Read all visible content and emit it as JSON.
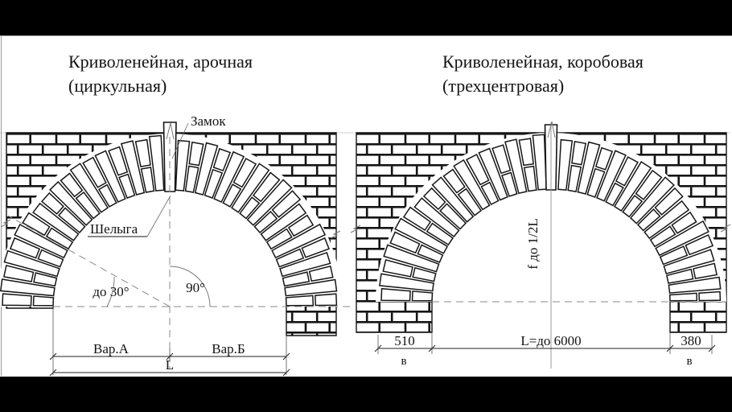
{
  "colors": {
    "ink": "#141414",
    "paper": "#ffffff",
    "letterbox": "#000000",
    "dash": "#8a8a8a",
    "thin": "#666666",
    "guide": "#c0c0c0"
  },
  "left_diagram": {
    "title_line1": "Криволенейная, арочная",
    "title_line2": "(циркульная)",
    "labels": {
      "keystone": "Замок",
      "crown": "Шелыга",
      "angle_left": "до 30°",
      "angle_right": "90°",
      "variant_a": "Вар.А",
      "variant_b": "Вар.Б",
      "span": "L"
    }
  },
  "right_diagram": {
    "title_line1": "Криволенейная, коробовая",
    "title_line2": "(трехцентровая)",
    "labels": {
      "rise": "f до 1/2L",
      "pier_left": "510",
      "span": "L=до 6000",
      "pier_right": "380",
      "v_left": "в",
      "v_right": "в"
    }
  }
}
